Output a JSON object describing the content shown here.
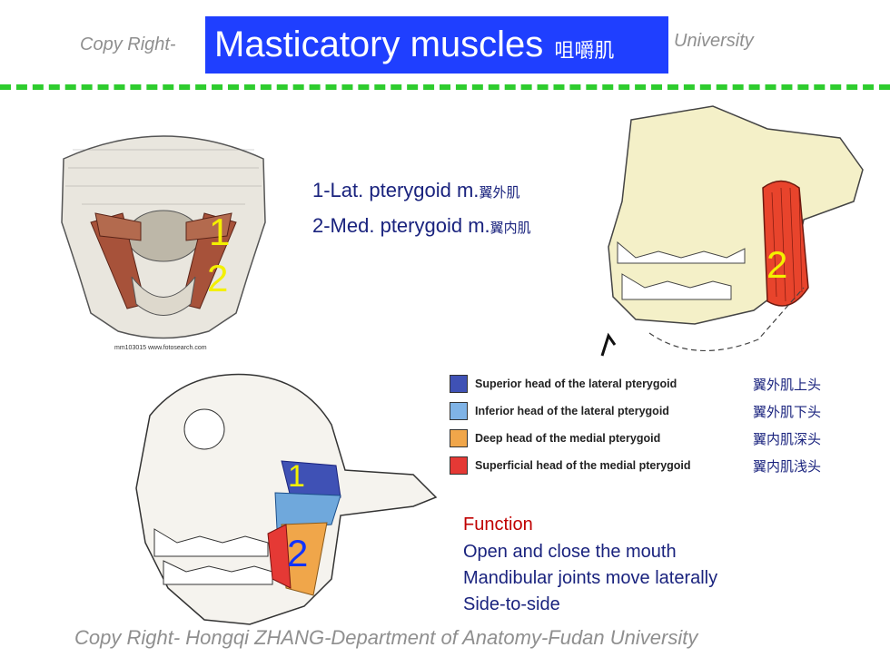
{
  "header": {
    "copy_left": "Copy Right-",
    "copy_right": "University",
    "title": "Masticatory muscles",
    "title_cn": "咀嚼肌"
  },
  "labels": {
    "item1": "1-Lat. pterygoid m.",
    "item1_cn": "翼外肌",
    "item2": "2-Med. pterygoid m.",
    "item2_cn": "翼内肌"
  },
  "figure_numbers": {
    "one": "1",
    "two": "2"
  },
  "figure_caption": "mm103015 www.fotosearch.com",
  "legend": [
    {
      "text": "Superior head of the lateral pterygoid",
      "cn": "翼外肌上头",
      "color": "#3f51b5"
    },
    {
      "text": "Inferior head of the lateral pterygoid",
      "cn": "翼外肌下头",
      "color": "#7fb3e6"
    },
    {
      "text": "Deep head of the medial pterygoid",
      "cn": "翼内肌深头",
      "color": "#f0a64a"
    },
    {
      "text": "Superficial head of the medial pterygoid",
      "cn": "翼内肌浅头",
      "color": "#e53935"
    }
  ],
  "function": {
    "title": "Function",
    "lines": [
      "Open and close the mouth",
      "Mandibular joints move laterally",
      "Side-to-side"
    ]
  },
  "footer": "Copy Right- Hongqi ZHANG-Department of Anatomy-Fudan University",
  "colors": {
    "title_bg": "#1f3fff",
    "divider": "#2ecc2e",
    "label_text": "#1a237e",
    "function_title": "#c00000"
  }
}
